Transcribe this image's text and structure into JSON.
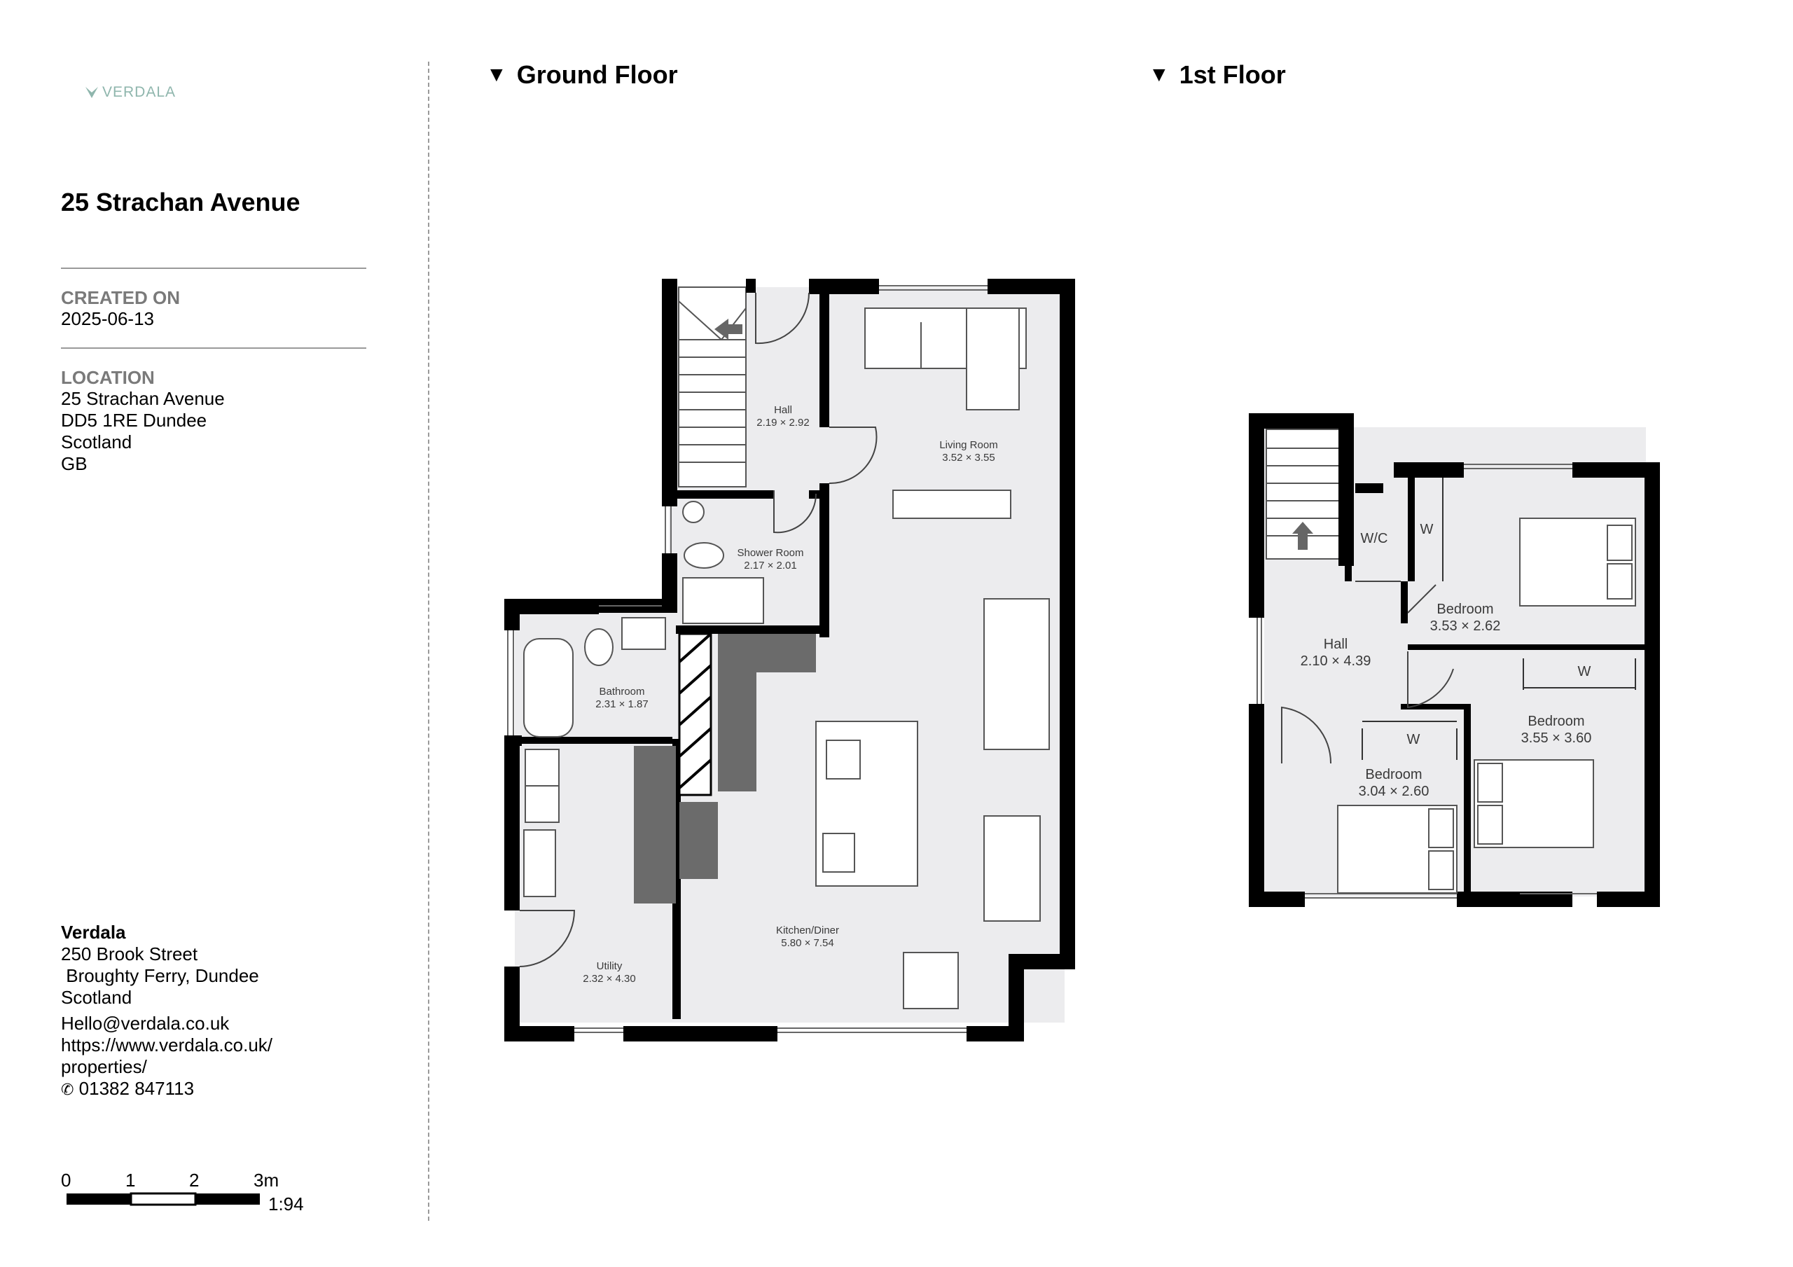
{
  "brand": {
    "name": "VERDALA",
    "accent": "#8fb6ad"
  },
  "property": {
    "title": "25 Strachan Avenue"
  },
  "created": {
    "label": "CREATED ON",
    "value": "2025-06-13"
  },
  "location": {
    "label": "LOCATION",
    "lines": [
      "25 Strachan Avenue",
      "DD5 1RE Dundee",
      "Scotland",
      "GB"
    ]
  },
  "agent": {
    "name": "Verdala",
    "address": [
      "250 Brook Street",
      " Broughty Ferry, Dundee",
      "Scotland"
    ],
    "email": "Hello@verdala.co.uk",
    "website_lines": [
      "https://www.verdala.co.uk/",
      "properties/"
    ],
    "phone": "01382 847113"
  },
  "scale_bar": {
    "ticks": [
      "0",
      "1",
      "2",
      "3m"
    ],
    "ratio": "1:94"
  },
  "floors": [
    {
      "title": "Ground Floor",
      "rooms": [
        {
          "name": "Hall",
          "dims": "2.19 × 2.92"
        },
        {
          "name": "Living Room",
          "dims": "3.52 × 3.55"
        },
        {
          "name": "Shower Room",
          "dims": "2.17 × 2.01"
        },
        {
          "name": "Bathroom",
          "dims": "2.31 × 1.87"
        },
        {
          "name": "Kitchen/Diner",
          "dims": "5.80 × 7.54"
        },
        {
          "name": "Utility",
          "dims": "2.32 × 4.30"
        }
      ]
    },
    {
      "title": "1st Floor",
      "rooms": [
        {
          "name": "Hall",
          "dims": "2.10 × 4.39"
        },
        {
          "name": "Bedroom",
          "dims": "3.53 × 2.62"
        },
        {
          "name": "Bedroom",
          "dims": "3.55 × 3.60"
        },
        {
          "name": "Bedroom",
          "dims": "3.04 × 2.60"
        }
      ],
      "labels": {
        "wc": "W/C",
        "wardrobe": "W"
      }
    }
  ]
}
